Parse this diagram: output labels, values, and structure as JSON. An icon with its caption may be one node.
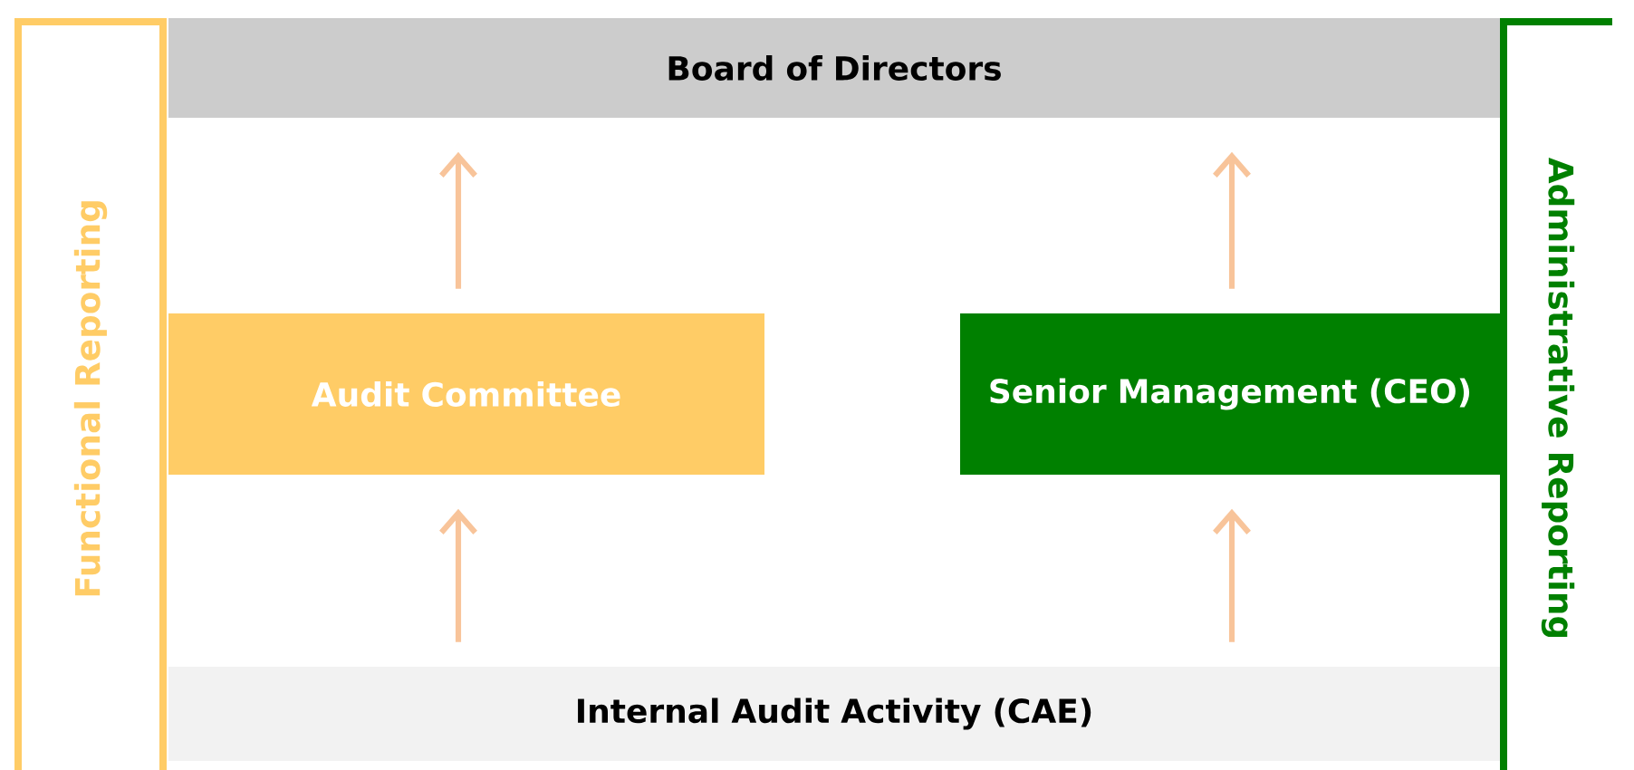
{
  "diagram": {
    "nodes": [
      {
        "text": [
          "Functional Reporting"
        ]
      },
      {
        "text": [
          "Board of Directors"
        ]
      },
      {
        "text": [
          "Audit Committee"
        ]
      },
      {
        "text": [
          "Senior Management (CEO)"
        ]
      },
      {
        "text": [
          "Internal Audit Activity (CAE)"
        ]
      },
      {
        "text": [
          "Administrative Reporting"
        ]
      }
    ],
    "edges": [
      {
        "from": 4,
        "to": 2,
        "arrow": "to"
      },
      {
        "from": 2,
        "to": 1,
        "arrow": "to"
      },
      {
        "from": 4,
        "to": 3,
        "arrow": "to"
      },
      {
        "from": 3,
        "to": 1,
        "arrow": "to"
      }
    ]
  }
}
